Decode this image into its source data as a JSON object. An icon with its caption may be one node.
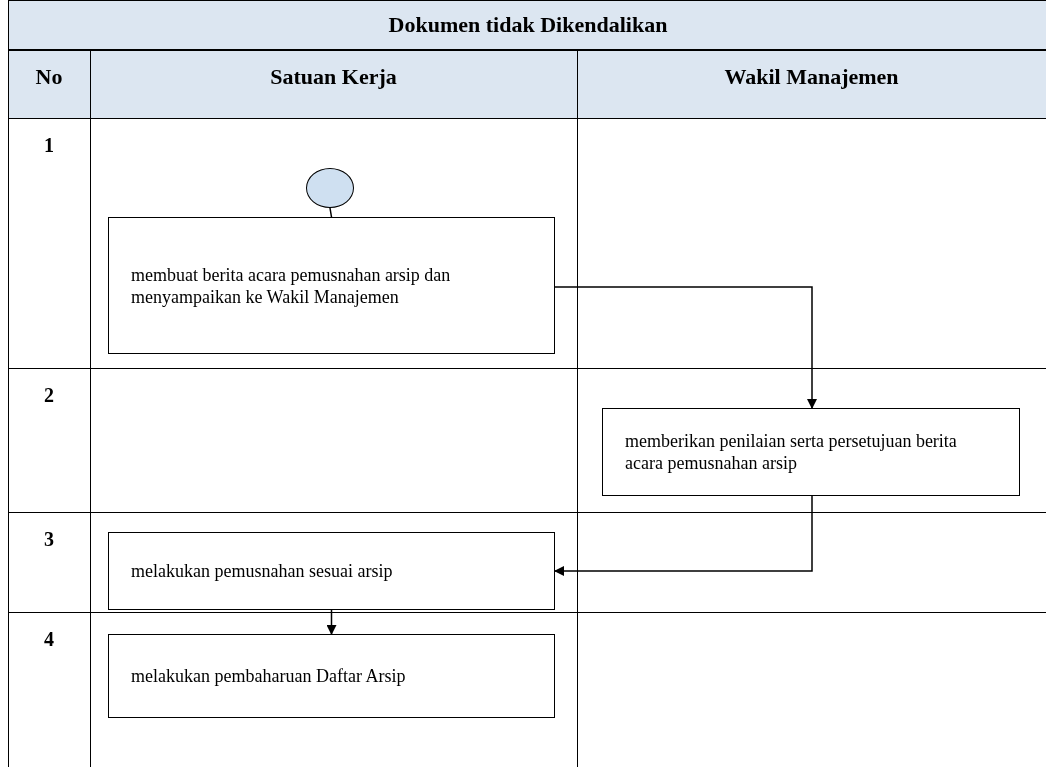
{
  "diagram": {
    "title": "Dokumen tidak Dikendalikan",
    "nodes": [
      {
        "text": [],
        "shape": "circle"
      },
      {
        "text": [
          "membuat berita acara pemusnahan arsip dan menyampaikan ke Wakil Manajemen"
        ]
      },
      {
        "text": [
          "memberikan penilaian serta persetujuan berita acara pemusnahan arsip"
        ]
      },
      {
        "text": [
          "melakukan pemusnahan sesuai arsip"
        ]
      },
      {
        "text": [
          "melakukan pembaharuan Daftar Arsip"
        ]
      }
    ],
    "edges": [
      {
        "from": 0,
        "to": 1,
        "arrow": "none"
      },
      {
        "from": 1,
        "to": 2,
        "arrow": "to"
      },
      {
        "from": 2,
        "to": 3,
        "arrow": "to"
      },
      {
        "from": 3,
        "to": 4,
        "arrow": "to"
      }
    ],
    "labels": [
      "No",
      "Satuan Kerja",
      "Wakil Manajemen",
      "1",
      "2",
      "3",
      "4"
    ]
  }
}
